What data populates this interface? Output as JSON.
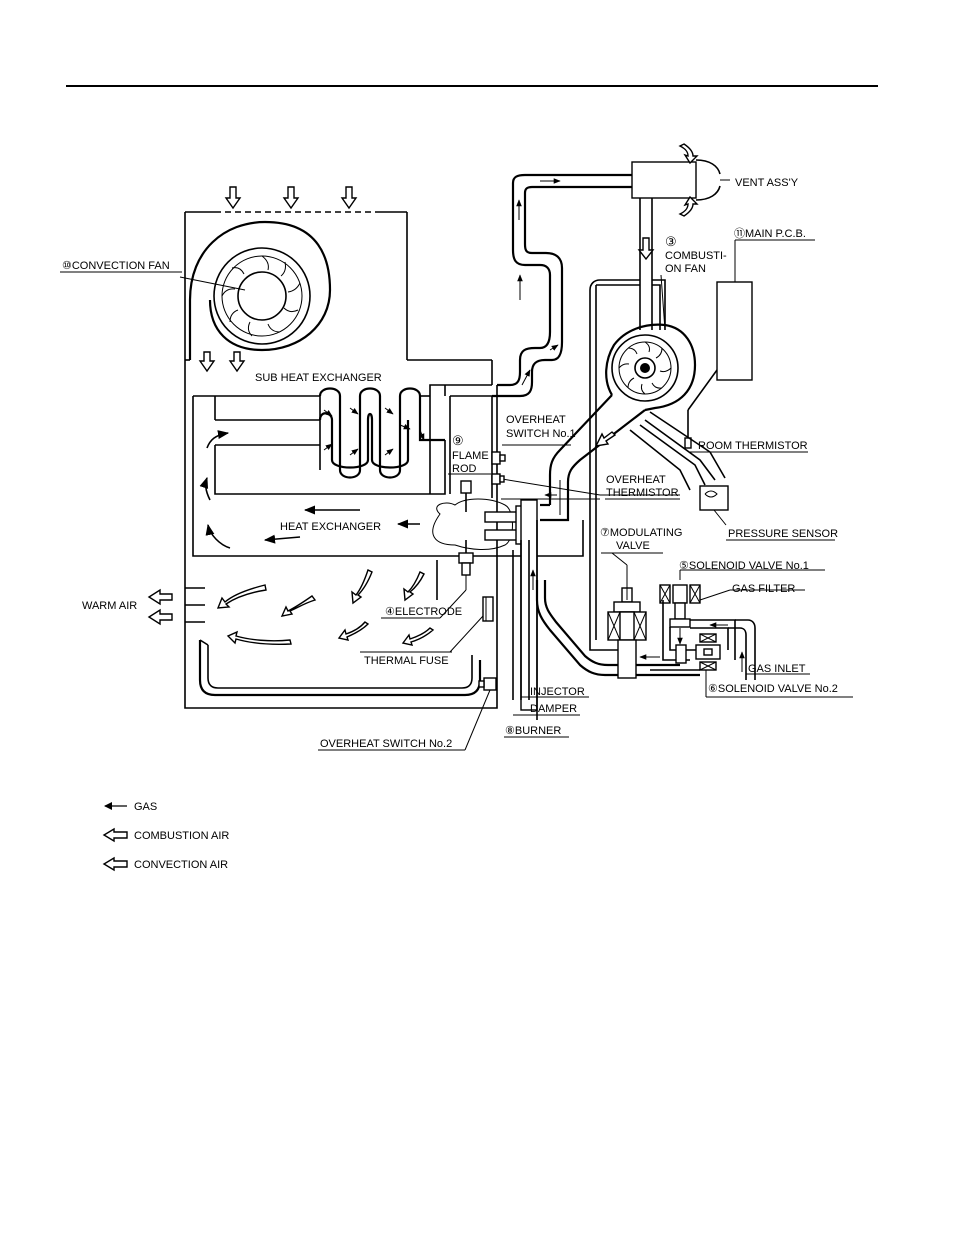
{
  "labels": {
    "vent_assy": "VENT ASS'Y",
    "main_pcb": "⑪MAIN P.C.B.",
    "combustion_fan_num": "③",
    "combustion_fan_1": "COMBUSTI-",
    "combustion_fan_2": "ON FAN",
    "convection_fan": "⑩CONVECTION FAN",
    "sub_heat_exchanger": "SUB HEAT EXCHANGER",
    "overheat_switch_1_a": "OVERHEAT",
    "overheat_switch_1_b": "SWITCH No.1",
    "flame_rod_num": "⑨",
    "flame_rod_a": "FLAME",
    "flame_rod_b": "ROD",
    "room_thermistor": "ROOM THERMISTOR",
    "overheat_thermistor_a": "OVERHEAT",
    "overheat_thermistor_b": "THERMISTOR",
    "heat_exchanger": "HEAT EXCHANGER",
    "pressure_sensor": "PRESSURE SENSOR",
    "modulating_valve_a": "⑦MODULATING",
    "modulating_valve_b": "VALVE",
    "solenoid_valve_1": "⑤SOLENOID VALVE No.1",
    "gas_filter": "GAS FILTER",
    "warm_air": "WARM AIR",
    "electrode": "④ELECTRODE",
    "thermal_fuse": "THERMAL FUSE",
    "gas_inlet": "GAS INLET",
    "solenoid_valve_2": "⑥SOLENOID VALVE No.2",
    "injector": "INJECTOR",
    "damper": "DAMPER",
    "burner": "⑧BURNER",
    "overheat_switch_2": "OVERHEAT SWITCH No.2"
  },
  "legend": [
    {
      "label": "GAS",
      "style": "thin-arrow"
    },
    {
      "label": "COMBUSTION AIR",
      "style": "hollow-arrow"
    },
    {
      "label": "CONVECTION AIR",
      "style": "hollow-arrow"
    }
  ]
}
